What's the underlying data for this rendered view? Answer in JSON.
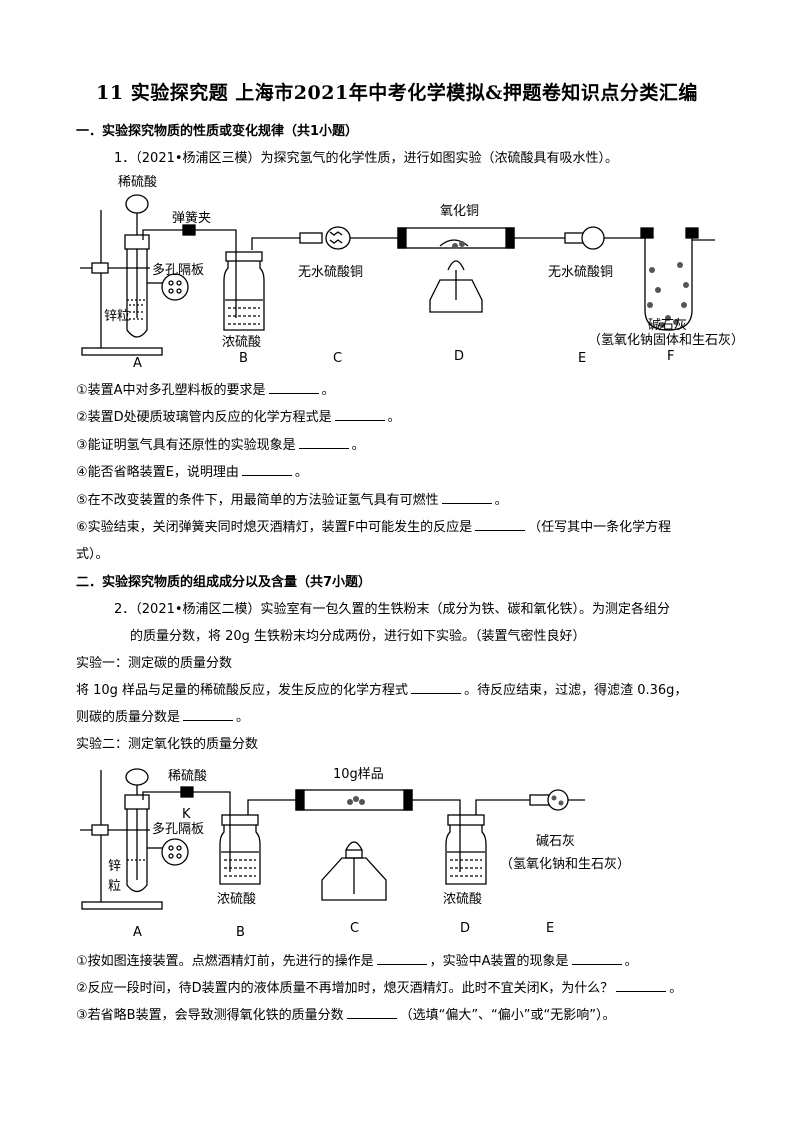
{
  "title": "11 实验探究题 上海市2021年中考化学模拟&押题卷知识点分类汇编",
  "section1": {
    "heading": "一．实验探究物质的性质或变化规律（共1小题）"
  },
  "q1": {
    "stem": "1．（2021•杨浦区三模）为探究氢气的化学性质，进行如图实验（浓硫酸具有吸水性）。",
    "figure": {
      "labels": {
        "acid": "稀硫酸",
        "clip": "弹簧夹",
        "plate": "多孔隔板",
        "zinc": "锌粒",
        "cuo": "氧化铜",
        "cuso4_c": "无水硫酸铜",
        "cuso4_e": "无水硫酸铜",
        "h2so4": "浓硫酸",
        "sodalime": "碱石灰",
        "sodalime_note": "（氢氧化钠固体和生石灰）",
        "A": "A",
        "B": "B",
        "C": "C",
        "D": "D",
        "E": "E",
        "F": "F"
      }
    },
    "items": [
      {
        "pre": "①装置A中对多孔塑料板的要求是",
        "post": "。"
      },
      {
        "pre": "②装置D处硬质玻璃管内反应的化学方程式是",
        "post": "。"
      },
      {
        "pre": "③能证明氢气具有还原性的实验现象是",
        "post": "。"
      },
      {
        "pre": "④能否省略装置E，说明理由",
        "post": "。"
      },
      {
        "pre": "⑤在不改变装置的条件下，用最简单的方法验证氢气具有可燃性",
        "post": "。"
      },
      {
        "pre": "⑥实验结束，关闭弹簧夹同时熄灭酒精灯，装置F中可能发生的反应是",
        "post": "（任写其中一条化学方程"
      }
    ],
    "item6_cont": "式）。"
  },
  "section2": {
    "heading": "二．实验探究物质的组成成分以及含量（共7小题）"
  },
  "q2": {
    "stem1": "2．（2021•杨浦区二模）实验室有一包久置的生铁粉末（成分为铁、碳和氧化铁）。为测定各组分",
    "stem2": "的质量分数，将 20g 生铁粉末均分成两份，进行如下实验。（装置气密性良好）",
    "exp1_title": "实验一：测定碳的质量分数",
    "exp1_line1_pre": "将 10g 样品与足量的稀硫酸反应，发生反应的化学方程式",
    "exp1_line1_post": "。待反应结束，过滤，得滤渣 0.36g，",
    "exp1_line2_pre": "则碳的质量分数是",
    "exp1_line2_post": "。",
    "exp2_title": "实验二：测定氧化铁的质量分数",
    "figure": {
      "labels": {
        "acid": "稀硫酸",
        "K": "K",
        "plate": "多孔隔板",
        "zinc1": "锌",
        "zinc2": "粒",
        "sample": "10g样品",
        "h2so4_b": "浓硫酸",
        "h2so4_d": "浓硫酸",
        "sodalime": "碱石灰",
        "sodalime_note": "（氢氧化钠和生石灰）",
        "A": "A",
        "B": "B",
        "C": "C",
        "D": "D",
        "E": "E"
      }
    },
    "item1": {
      "pre": "①按如图连接装置。点燃酒精灯前，先进行的操作是",
      "mid": "，实验中A装置的现象是",
      "post": "。"
    },
    "item2": {
      "pre": "②反应一段时间，待D装置内的液体质量不再增加时，熄灭酒精灯。此时不宜关闭K，为什么？",
      "post": "。"
    },
    "item3": {
      "pre": "③若省略B装置，会导致测得氧化铁的质量分数",
      "post": "（选填“偏大”、“偏小”或“无影响”）。"
    }
  }
}
